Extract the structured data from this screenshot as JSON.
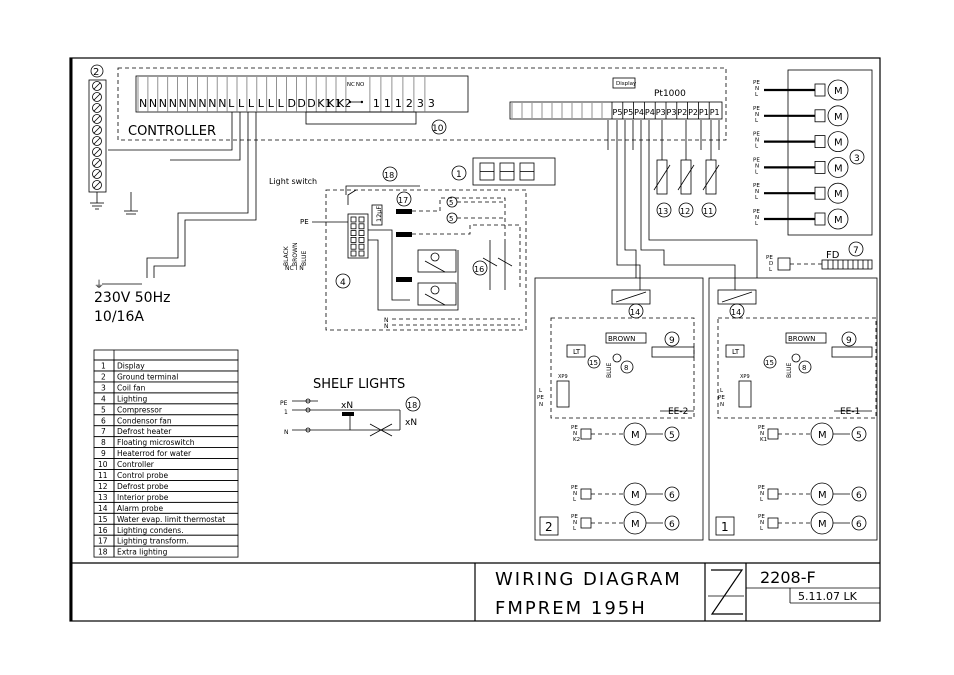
{
  "title_block": {
    "title_line1": "WIRING  DIAGRAM",
    "title_line2": "FMPREM  195H",
    "drawing_number": "2208-F",
    "date": "5.11.07  LK"
  },
  "controller": {
    "label": "CONTROLLER",
    "number": "10",
    "terminals_left": [
      "N",
      "N",
      "N",
      "N",
      "N",
      "N",
      "N",
      "N",
      "N",
      "L",
      "L",
      "L",
      "L",
      "L",
      "L",
      "D",
      "D",
      "D",
      "K1",
      "K1",
      "K2"
    ],
    "relay_labels": [
      "NC",
      "NO"
    ],
    "terminals_right": [
      "1",
      "1",
      "1",
      "2",
      "3",
      "3"
    ],
    "probe_terminals": [
      "P5",
      "P5",
      "P4",
      "P4",
      "P3",
      "P3",
      "P2",
      "P2",
      "P1",
      "P1"
    ],
    "display_tag": "Display",
    "probe_type": "Pt1000"
  },
  "supply": {
    "voltage": "230V  50Hz",
    "current": "10/16A",
    "ground_number": "2"
  },
  "labels": {
    "light_switch": "Light switch",
    "shelf_lights": "SHELF LIGHTS",
    "xN": "xN",
    "cap_label": "12µF",
    "wire_black": "BLACK",
    "wire_brown": "BROWN",
    "wire_blue": "BLUE",
    "nc_i_n": "NC  I  N",
    "brown": "BROWN",
    "blue": "BLUE",
    "lt": "LT",
    "xp9": "XP9",
    "ee2": "EE-2",
    "ee1": "EE-1",
    "fd": "FD",
    "unit2": "2",
    "unit1": "1",
    "m": "M"
  },
  "legend": [
    {
      "num": "1",
      "text": "Display"
    },
    {
      "num": "2",
      "text": "Ground terminal"
    },
    {
      "num": "3",
      "text": "Coil fan"
    },
    {
      "num": "4",
      "text": "Lighting"
    },
    {
      "num": "5",
      "text": "Compressor"
    },
    {
      "num": "6",
      "text": "Condensor fan"
    },
    {
      "num": "7",
      "text": "Defrost heater"
    },
    {
      "num": "8",
      "text": "Floating microswitch"
    },
    {
      "num": "9",
      "text": "Heaterrod for water"
    },
    {
      "num": "10",
      "text": "Controller"
    },
    {
      "num": "11",
      "text": "Control probe"
    },
    {
      "num": "12",
      "text": "Defrost probe"
    },
    {
      "num": "13",
      "text": "Interior probe"
    },
    {
      "num": "14",
      "text": "Alarm probe"
    },
    {
      "num": "15",
      "text": "Water evap. limit thermostat"
    },
    {
      "num": "16",
      "text": "Lighting condens."
    },
    {
      "num": "17",
      "text": "Lighting transform."
    },
    {
      "num": "18",
      "text": "Extra lighting"
    }
  ],
  "callouts": {
    "display": "1",
    "fan_motors": "3",
    "lighting": "4",
    "compressor_top": "5",
    "compressor_bot": "5",
    "condensor_fan_a": "6",
    "condensor_fan_b": "6",
    "condensor_fan_c": "6",
    "condensor_fan_d": "6",
    "defrost_heater": "7",
    "float_switch_a": "8",
    "float_switch_b": "8",
    "heaterrod_a": "9",
    "heaterrod_b": "9",
    "probe_11": "11",
    "probe_12": "12",
    "probe_13": "13",
    "alarm_probe_a": "14",
    "alarm_probe_b": "14",
    "thermostat_a": "15",
    "thermostat_b": "15",
    "light_condens": "16",
    "light_transform": "17",
    "extra_light_a": "18",
    "extra_light_b": "18"
  },
  "pin_labels": {
    "pe": "PE",
    "n": "N",
    "l": "L",
    "k1": "K1",
    "k2": "K2",
    "one": "1",
    "d": "D"
  }
}
